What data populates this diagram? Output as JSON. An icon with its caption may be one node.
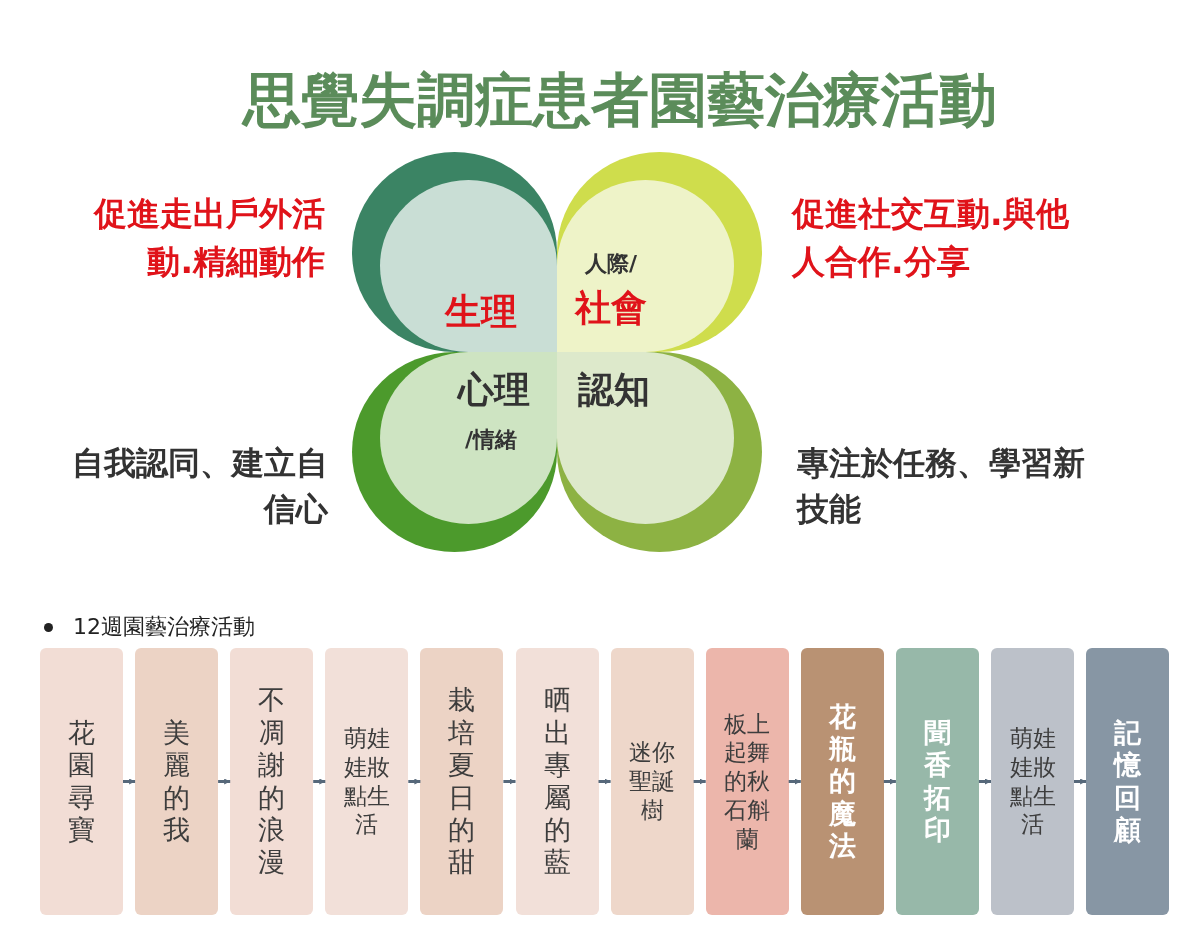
{
  "diagram": {
    "title": "思覺失調症患者園藝治療活動",
    "nodes": [
      {
        "text": [
          "生理"
        ],
        "beside": [
          "促進走出戶外活動.精細動作"
        ]
      },
      {
        "text": [
          "人際/",
          "社會"
        ],
        "beside": [
          "促進社交互動.與他人合作.分享"
        ]
      },
      {
        "text": [
          "心理",
          "/情緒"
        ],
        "beside": [
          "自我認同、建立自信心"
        ]
      },
      {
        "text": [
          "認知"
        ],
        "beside": [
          "專注於任務、學習新技能"
        ]
      },
      {
        "text": [
          "花園尋寶"
        ]
      },
      {
        "text": [
          "美麗的我"
        ]
      },
      {
        "text": [
          "不凋謝的浪漫"
        ]
      },
      {
        "text": [
          "萌娃娃妝點生活"
        ]
      },
      {
        "text": [
          "栽培夏日的甜"
        ]
      },
      {
        "text": [
          "晒出專屬的藍"
        ]
      },
      {
        "text": [
          "迷你聖誕樹"
        ]
      },
      {
        "text": [
          "板上起舞的秋石斛蘭"
        ]
      },
      {
        "text": [
          "花瓶的魔法"
        ]
      },
      {
        "text": [
          "聞香拓印"
        ]
      },
      {
        "text": [
          "萌娃娃妝點生活"
        ]
      },
      {
        "text": [
          "記憶回顧"
        ]
      }
    ],
    "edges": [
      {
        "from": 4,
        "to": 5,
        "arrow": "to"
      },
      {
        "from": 5,
        "to": 6,
        "arrow": "to"
      },
      {
        "from": 6,
        "to": 7,
        "arrow": "to"
      },
      {
        "from": 7,
        "to": 8,
        "arrow": "to"
      },
      {
        "from": 8,
        "to": 9,
        "arrow": "to"
      },
      {
        "from": 9,
        "to": 10,
        "arrow": "to"
      },
      {
        "from": 10,
        "to": 11,
        "arrow": "to"
      },
      {
        "from": 11,
        "to": 12,
        "arrow": "to"
      },
      {
        "from": 12,
        "to": 13,
        "arrow": "to"
      },
      {
        "from": 13,
        "to": 14,
        "arrow": "to"
      },
      {
        "from": 14,
        "to": 15,
        "arrow": "to"
      }
    ],
    "labels": [
      "12週園藝治療活動"
    ]
  }
}
